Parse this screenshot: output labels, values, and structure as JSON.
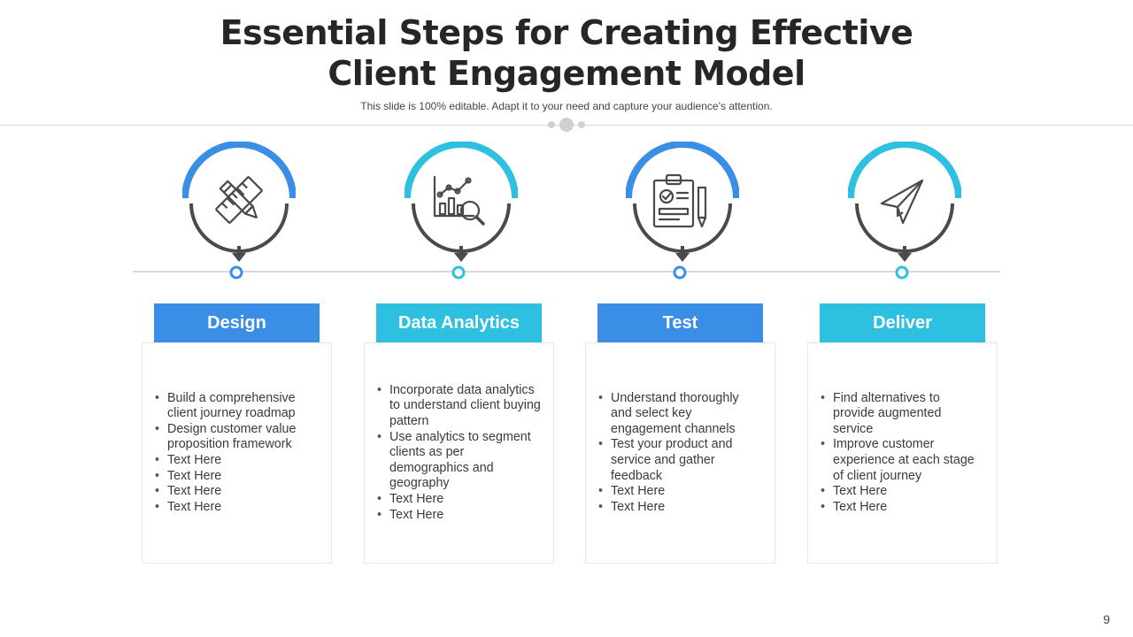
{
  "header": {
    "title_line1": "Essential Steps for Creating Effective",
    "title_line2": "Client Engagement Model",
    "subtitle": "This slide is 100% editable. Adapt it to your need and capture your audience’s attention."
  },
  "colors": {
    "blue": "#3a8ee6",
    "cyan": "#2ec0e0",
    "dark": "#4a4a4a"
  },
  "steps": [
    {
      "title": "Design",
      "icon": "pencil-ruler-icon",
      "color": "#3a8ee6",
      "bullets": [
        "Build a comprehensive client journey roadmap",
        "Design customer value proposition framework",
        "Text Here",
        "Text Here",
        "Text Here",
        "Text Here"
      ]
    },
    {
      "title": "Data Analytics",
      "icon": "analytics-chart-icon",
      "color": "#2ec0e0",
      "bullets": [
        "Incorporate data analytics to understand client buying pattern",
        "Use analytics to segment clients as per demographics and geography",
        "Text Here",
        "Text Here"
      ]
    },
    {
      "title": "Test",
      "icon": "clipboard-checklist-icon",
      "color": "#3a8ee6",
      "bullets": [
        "Understand thoroughly and select key engagement channels",
        "Test your product and service and gather feedback",
        "Text Here",
        "Text Here"
      ]
    },
    {
      "title": "Deliver",
      "icon": "paper-plane-icon",
      "color": "#2ec0e0",
      "bullets": [
        "Find alternatives to provide augmented service",
        "Improve customer experience at each stage of client journey",
        "Text Here",
        "Text Here"
      ]
    }
  ],
  "page_number": "9"
}
